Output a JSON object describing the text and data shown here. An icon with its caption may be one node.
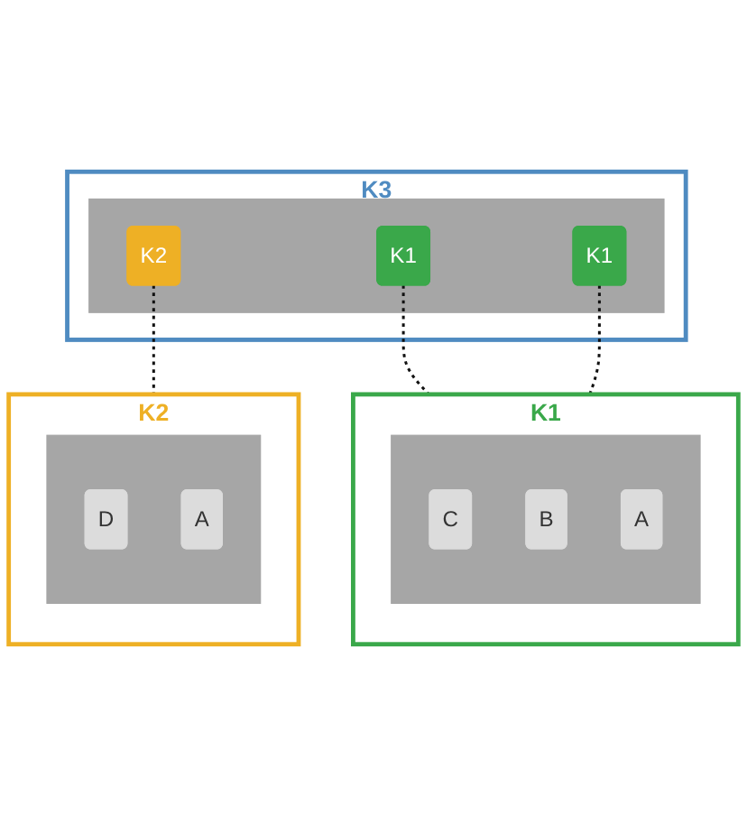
{
  "diagram": {
    "nodes": [
      {
        "text": [
          "K3"
        ]
      },
      {
        "text": [],
        "shape": "box",
        "in": 0
      },
      {
        "text": [
          "K2"
        ],
        "in": 1
      },
      {
        "text": [
          "K1"
        ],
        "in": 1
      },
      {
        "text": [
          "K1"
        ],
        "in": 1
      },
      {
        "text": [
          "K1"
        ]
      },
      {
        "text": [],
        "shape": "box",
        "in": 5
      },
      {
        "text": [
          "C"
        ],
        "in": 6
      },
      {
        "text": [
          "B"
        ],
        "in": 6
      },
      {
        "text": [
          "A"
        ],
        "in": 6
      },
      {
        "text": [
          "K2"
        ]
      },
      {
        "text": [],
        "shape": "box",
        "in": 10
      },
      {
        "text": [
          "D"
        ],
        "in": 11
      },
      {
        "text": [
          "A"
        ],
        "in": 11
      }
    ],
    "edges": [
      {
        "from": 3,
        "to": 5,
        "arrow": "none",
        "style": "dashed"
      },
      {
        "from": 4,
        "to": 5,
        "arrow": "none",
        "style": "dashed"
      },
      {
        "from": 2,
        "to": 10,
        "arrow": "none",
        "style": "dashed"
      }
    ]
  }
}
